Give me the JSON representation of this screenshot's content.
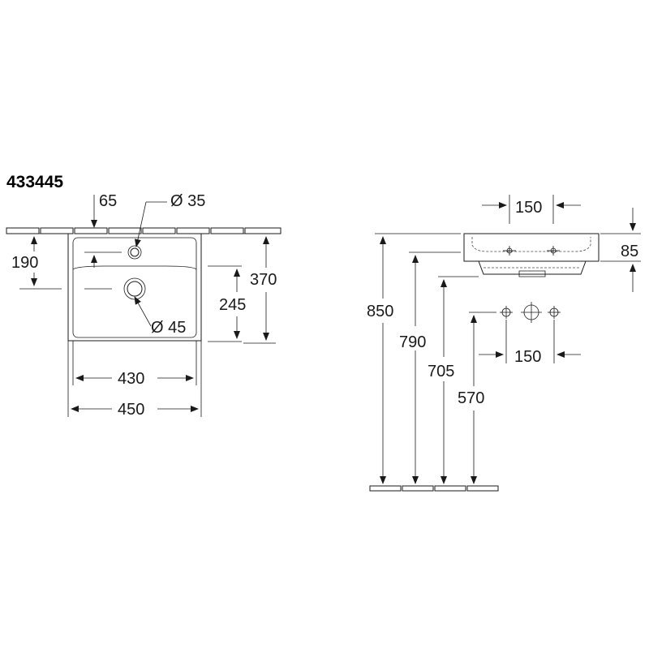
{
  "model_number": "433445",
  "top_view": {
    "tap_hole_offset": "65",
    "tap_hole_diameter": "Ø 35",
    "tap_hole_depth": "190",
    "overall_depth": "370",
    "waste_depth": "245",
    "waste_diameter": "Ø 45",
    "inner_width": "430",
    "overall_width": "450"
  },
  "side_view": {
    "tap_spacing_top": "150",
    "basin_height": "85",
    "rim_height": "850",
    "underside_height": "790",
    "trap_height": "705",
    "supply_height": "570",
    "supply_spacing": "150"
  }
}
